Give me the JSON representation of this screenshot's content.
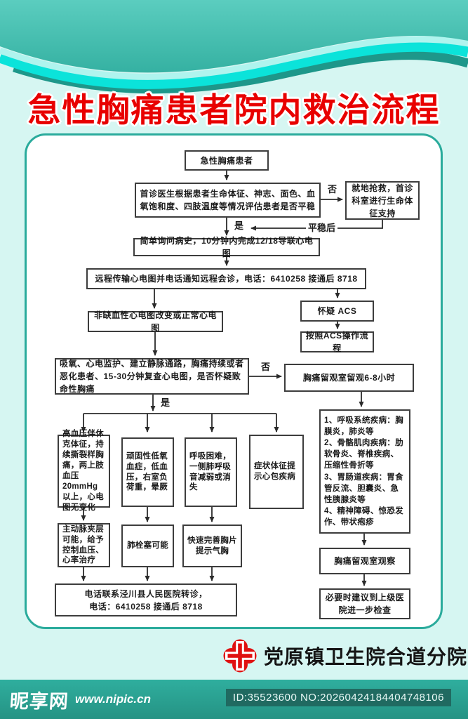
{
  "title": "急性胸痛患者院内救治流程",
  "flow": {
    "patient": "急性胸痛患者",
    "assess": "首诊医生根据患者生命体征、神志、面色、血氧饱和度、四肢温度等情况评估患者是否平稳",
    "rescue": "就地抢救，首诊科室进行生命体征支持",
    "history_ecg": "简单询问病史，10分钟内完成12/18导联心电图",
    "remote_ecg": "远程传输心电图并电话通知远程会诊，电话：6410258  接通后 8718",
    "suspect_acs": "怀疑 ACS",
    "acs_procedure": "按照ACS操作流程",
    "non_ischemic": "非缺血性心电图改变或正常心电图",
    "monitor": "吸氧、心电监护、建立静脉通路，胸痛持续或者恶化患者、15-30分钟复查心电图，是否怀疑致命性胸痛",
    "observe_6_8h": "胸痛留观室留观6-8小时",
    "aortic_signs": "高血压伴休克体征，持续撕裂样胸痛，两上肢血压20mmHg以上，心电图无变化",
    "hypoxemia_signs": "顽固性低氧血症，低血压，右室负荷重，晕厥",
    "dyspnea_signs": "呼吸困难，一侧肺呼吸音减弱或消失",
    "pericardial_signs": "症状体征提示心包疾病",
    "aortic_dissection": "主动脉夹层可能，给予控制血压、心率治疗",
    "pulmonary_embolism": "肺栓塞可能",
    "pneumothorax": "快速完善胸片提示气胸",
    "transfer": "电话联系泾川县人民医院转诊，\n电话：6410258 接通后 8718",
    "differential": "1、呼吸系统疾病：胸膜炎，肺炎等\n2、骨骼肌肉疾病：肋软骨炎、脊椎疾病、压缩性骨折等\n3、胃肠道疾病：胃食管反流、胆囊炎、急性胰腺炎等\n4、精神障碍、惊恐发作、带状疱疹",
    "observe_room": "胸痛留观室观察",
    "refer_upper": "必要时建议到上级医院进一步检查"
  },
  "edge_labels": {
    "not_stable": "否",
    "stable_yes": "是",
    "after_stable": "平稳后",
    "not_lethal": "否",
    "lethal_yes": "是"
  },
  "footer": {
    "hospital_name": "党原镇卫生院合道分院",
    "logo_icon": "hospital-red-cross-icon"
  },
  "watermark": {
    "site_name": "昵享网",
    "site_url": "www.nipic.cn",
    "id_no": "ID:35523600 NO:20260424184404748106"
  },
  "colors": {
    "accent_teal": "#2aab9c",
    "title_red": "#e80000",
    "bar_teal": "#2fae9e",
    "cross_red": "#e01111"
  }
}
